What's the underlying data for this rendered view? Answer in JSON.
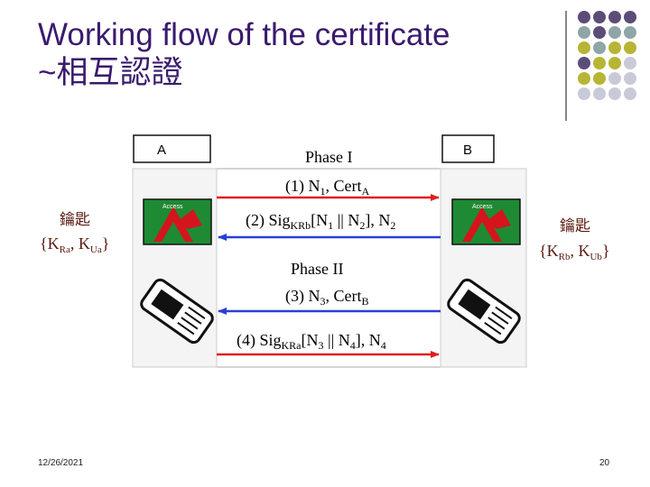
{
  "slide": {
    "title_line1": "Working flow of the certificate",
    "title_line2": "~相互認證",
    "date": "12/26/2021",
    "page_number": "20"
  },
  "colors": {
    "title": "#3a1a6e",
    "arrow_red": "#e21c1c",
    "arrow_blue": "#2a3fd4",
    "panel_fill": "#f4f4f4",
    "card_green": "#1f8a34",
    "card_red": "#d4151d"
  },
  "decor_dot_colors": [
    "#5b4d78",
    "#8fa6a6",
    "#b7b535",
    "#c9cad8"
  ],
  "diagram": {
    "party_a": "A",
    "party_b": "B",
    "card_label": "Access",
    "phase1": "Phase I",
    "phase2": "Phase II",
    "key_word": "鑰匙",
    "key_a": {
      "open": "{K",
      "sub1": "Ra",
      "mid": ", K",
      "sub2": "Ua",
      "close": "}"
    },
    "key_b": {
      "open": "{K",
      "sub1": "Rb",
      "mid": ", K",
      "sub2": "Ub",
      "close": "}"
    },
    "msg1": {
      "pre": "(1) N",
      "s1": "1",
      "mid": ", Cert",
      "s2": "A"
    },
    "msg2": {
      "pre": "(2) Sig",
      "s1": "KRb",
      "a": "[N",
      "s2": "1",
      "b": " || N",
      "s3": "2",
      "c": "], N",
      "s4": "2"
    },
    "msg3": {
      "pre": "(3) N",
      "s1": "3",
      "mid": ", Cert",
      "s2": "B"
    },
    "msg4": {
      "pre": "(4) Sig",
      "s1": "KRa",
      "a": "[N",
      "s2": "3",
      "b": " || N",
      "s3": "4",
      "c": "], N",
      "s4": "4"
    }
  }
}
